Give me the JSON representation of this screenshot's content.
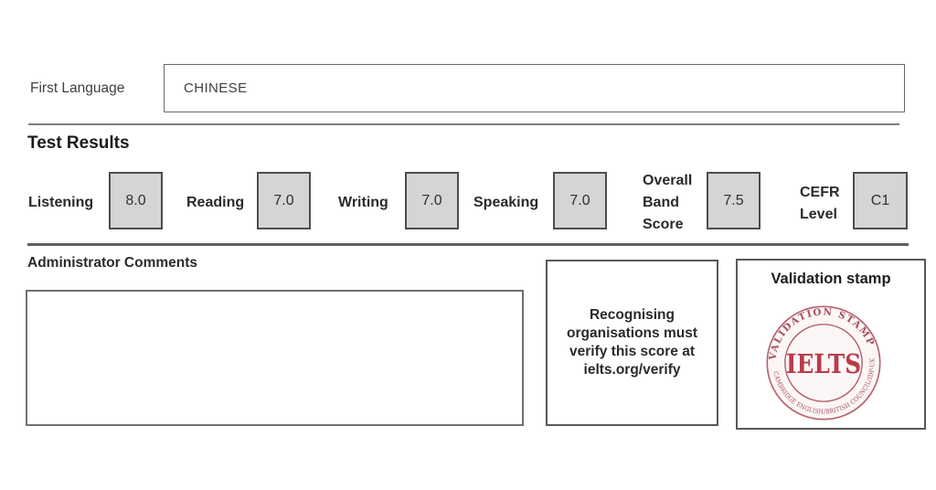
{
  "first_language": {
    "label": "First Language",
    "value": "CHINESE"
  },
  "test_results": {
    "heading": "Test Results",
    "scores": [
      {
        "label": "Listening",
        "value": "8.0"
      },
      {
        "label": "Reading",
        "value": "7.0"
      },
      {
        "label": "Writing",
        "value": "7.0"
      },
      {
        "label": "Speaking",
        "value": "7.0"
      },
      {
        "label": "Overall Band Score",
        "value": "7.5"
      },
      {
        "label": "CEFR Level",
        "value": "C1"
      }
    ]
  },
  "admin_comments": {
    "heading": "Administrator Comments",
    "value": ""
  },
  "verification": {
    "lines": [
      "Recognising",
      "organisations must",
      "verify this score at",
      "ielts.org/verify"
    ]
  },
  "validation": {
    "heading": "Validation stamp",
    "stamp": {
      "center_text": "IELTS",
      "top_arc": "VALIDATION STAMP",
      "bottom_arc": "CAMBRIDGE ENGLISH/BRITISH COUNCIL/IDP-UK"
    }
  },
  "colors": {
    "score_box_fill": "#d5d5d5",
    "score_box_border": "#4c4c4c",
    "stamp_red": "#b93c4b",
    "stamp_ring": "#a34e5c"
  }
}
